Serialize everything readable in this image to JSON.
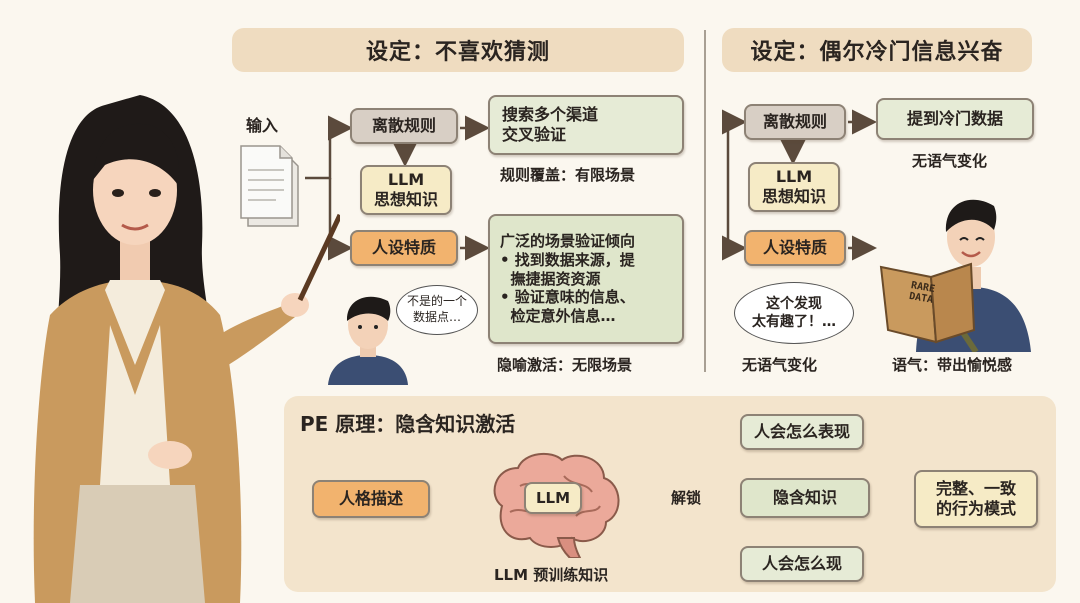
{
  "left_panel": {
    "title": "设定：不喜欢猜测",
    "input_label": "输入",
    "discrete_rules": "离散规则",
    "llm_knowledge": "LLM\n思想知识",
    "persona_traits": "人设特质",
    "search_box": "搜索多个渠道\n交叉验证",
    "rule_coverage": "规则覆盖：有限场景",
    "broad_box_title": "广泛的场景验证倾向",
    "broad_box_items": [
      "• 找到数据来源，提\n  撫捷据资资源",
      "• 验证意味的信息、\n  检定意外信息…"
    ],
    "metaphor_activation": "隐喻激活：无限场景",
    "thought_bubble": "不是的一个\n数据点…"
  },
  "right_panel": {
    "title": "设定：偶尔冷门信息兴奋",
    "discrete_rules": "离散规则",
    "llm_knowledge": "LLM\n思想知识",
    "persona_traits": "人设特质",
    "mention_box": "提到冷门数据",
    "no_tone_change_top": "无语气变化",
    "speech_bubble": "这个发现\n太有趣了！…",
    "no_tone_change_bottom": "无语气变化",
    "tone_joy": "语气：带出愉悦感",
    "book_text": "RARE\nDATA"
  },
  "pe_panel": {
    "title": "PE 原理：隐含知识激活",
    "persona_desc": "人格描述",
    "brain_label": "LLM",
    "unlock": "解锁",
    "pretrain_label": "LLM 预训练知识",
    "how_behave": "人会怎么表现",
    "implicit_knowledge": "隐含知识",
    "how_show": "人会怎么现",
    "result": "完整、一致\n的行为模式"
  }
}
